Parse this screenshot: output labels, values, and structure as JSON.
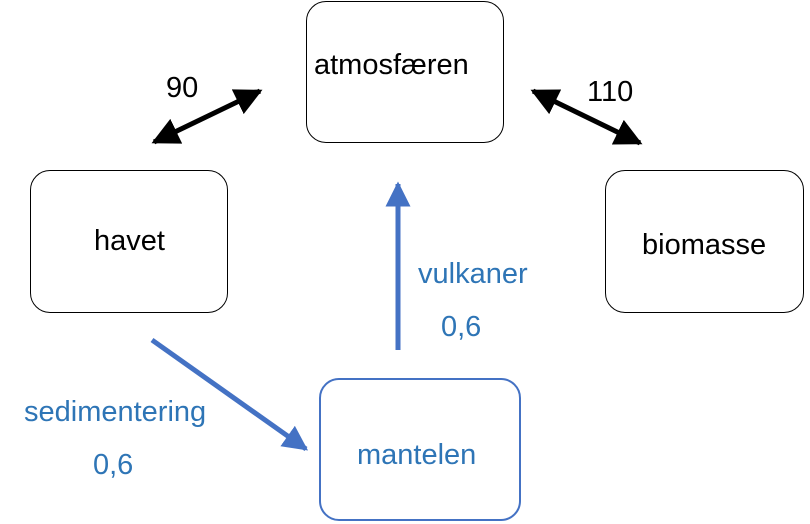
{
  "nodes": {
    "atmosphere": "atmosfæren",
    "ocean": "havet",
    "biomass": "biomasse",
    "mantle": "mantelen"
  },
  "flows": {
    "ocean_atmosphere": {
      "value": "90"
    },
    "atmosphere_biomass": {
      "value": "110"
    },
    "volcanoes": {
      "label": "vulkaner",
      "value": "0,6"
    },
    "sedimentation": {
      "label": "sedimentering",
      "value": "0,6"
    }
  },
  "colors": {
    "black": "#000000",
    "blue_arrow": "#4472c4",
    "blue_text": "#2e75b6"
  }
}
